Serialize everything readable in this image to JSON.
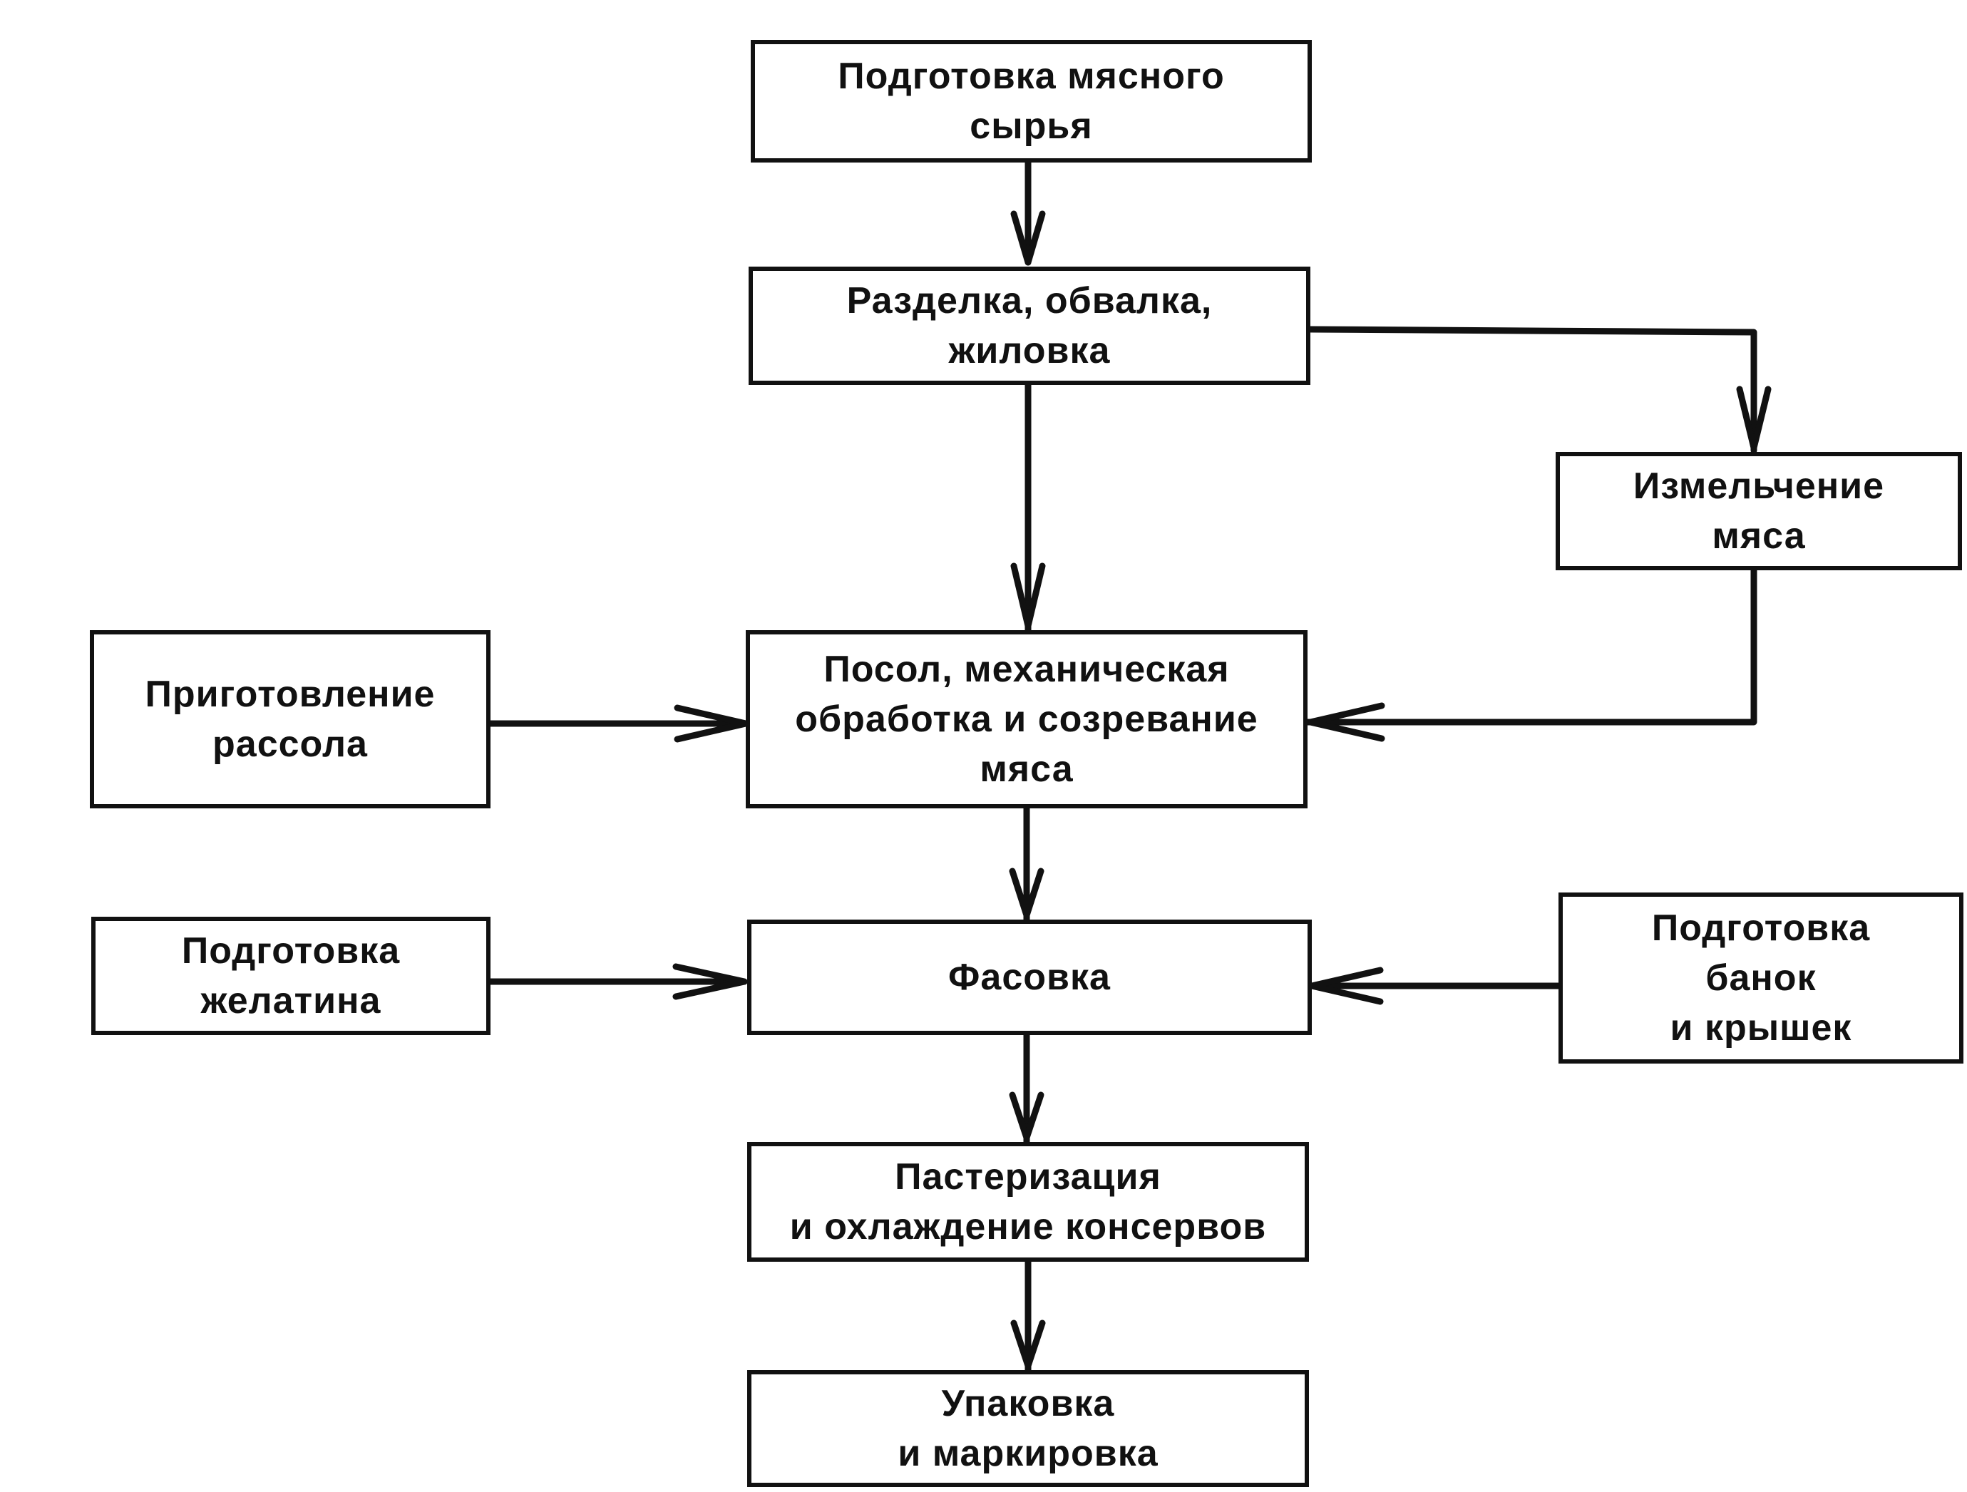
{
  "colors": {
    "ink": "#111111",
    "background": "#ffffff"
  },
  "nodes": {
    "prep_meat": "Подготовка мясного\nсырья",
    "cutting": "Разделка, обвалка,\nжиловка",
    "grinding": "Измельчение\nмяса",
    "salting": "Посол, механическая\nобработка и созревание\nмяса",
    "brine": "Приготовление\nрассола",
    "gelatin": "Подготовка\nжелатина",
    "packing": "Фасовка",
    "cans": "Подготовка\nбанок\nи крышек",
    "pasteurization": "Пастеризация\nи охлаждение консервов",
    "labeling": "Упаковка\nи маркировка"
  },
  "edges": [
    {
      "from": "prep_meat",
      "to": "cutting"
    },
    {
      "from": "cutting",
      "to": "salting"
    },
    {
      "from": "cutting",
      "to": "grinding"
    },
    {
      "from": "grinding",
      "to": "salting"
    },
    {
      "from": "brine",
      "to": "salting"
    },
    {
      "from": "salting",
      "to": "packing"
    },
    {
      "from": "gelatin",
      "to": "packing"
    },
    {
      "from": "cans",
      "to": "packing"
    },
    {
      "from": "packing",
      "to": "pasteurization"
    },
    {
      "from": "pasteurization",
      "to": "labeling"
    }
  ]
}
